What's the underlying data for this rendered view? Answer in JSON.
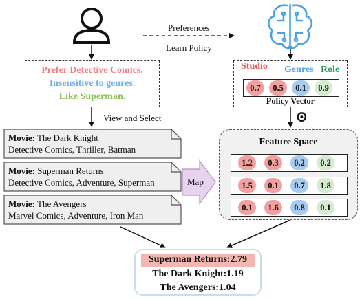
{
  "user_preferences": {
    "lines": [
      {
        "text": "Prefer Detective Comics.",
        "color": "#f08080"
      },
      {
        "text": "Insensitive to genres.",
        "color": "#6fb1ec"
      },
      {
        "text": "Like Superman.",
        "color": "#8fbf57"
      }
    ]
  },
  "arrow_labels": {
    "preferences": "Preferences",
    "learn_policy": "Learn Policy",
    "view_select": "View and Select",
    "map": "Map"
  },
  "policy": {
    "headers": [
      {
        "text": "Studio",
        "color": "#e35a5a"
      },
      {
        "text": "Genres",
        "color": "#5aa4e6"
      },
      {
        "text": "Role",
        "color": "#2a9a5a"
      }
    ],
    "values": [
      "0.7",
      "0.5",
      "0.1",
      "0.9"
    ],
    "caption": "Policy Vector",
    "dot_operator": "⊙"
  },
  "movies": [
    {
      "label": "Movie:",
      "title": "The Dark Knight",
      "tags": "Detective Comics, Thriller, Batman"
    },
    {
      "label": "Movie:",
      "title": "Superman Returns",
      "tags": "Detective Comics, Adventure, Superman"
    },
    {
      "label": "Movie:",
      "title": "The Avengers",
      "tags": "Marvel Comics, Adventure, Iron Man"
    }
  ],
  "feature_space": {
    "title": "Feature Space",
    "rows": [
      [
        "1.2",
        "0.3",
        "0.2",
        "0.2"
      ],
      [
        "1.5",
        "0.1",
        "0.7",
        "1.8"
      ],
      [
        "0.1",
        "1.6",
        "0.8",
        "0.1"
      ]
    ]
  },
  "results": [
    "Superman Returns:2.79",
    "The Dark Knight:1.19",
    "The Avengers:1.04"
  ],
  "colors": {
    "red": "#f3a0a0",
    "blue": "#a8cbf0",
    "green": "#d6ebcf",
    "highlight": "#f4b6b0",
    "result_border": "#c9dcf0",
    "map_arrow": "#e7d3ee",
    "brain_icon": "#4aa3df"
  },
  "icons": [
    "user-icon",
    "brain-circuit-icon"
  ]
}
